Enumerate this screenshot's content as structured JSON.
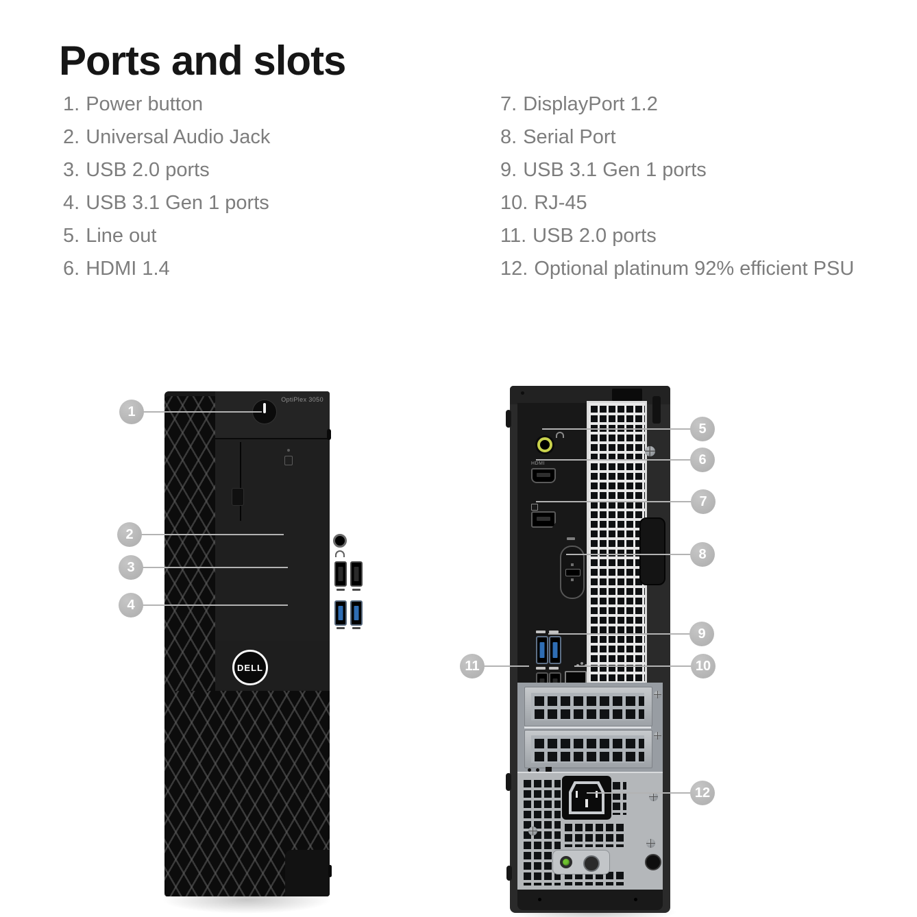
{
  "page": {
    "title": "Ports and slots"
  },
  "legend": {
    "left": [
      {
        "num": "1.",
        "label": "Power button"
      },
      {
        "num": "2.",
        "label": "Universal Audio Jack"
      },
      {
        "num": "3.",
        "label": "USB 2.0 ports"
      },
      {
        "num": "4.",
        "label": "USB 3.1 Gen 1 ports"
      },
      {
        "num": "5.",
        "label": "Line out"
      },
      {
        "num": "6.",
        "label": "HDMI 1.4"
      }
    ],
    "right": [
      {
        "num": "7.",
        "label": "DisplayPort 1.2"
      },
      {
        "num": "8.",
        "label": "Serial Port"
      },
      {
        "num": "9.",
        "label": "USB 3.1 Gen 1 ports"
      },
      {
        "num": "10.",
        "label": "RJ-45"
      },
      {
        "num": "11.",
        "label": "USB 2.0 ports"
      },
      {
        "num": "12.",
        "label": "Optional platinum 92% efficient PSU"
      }
    ]
  },
  "front_view": {
    "model_label": "OptiPlex 3050",
    "logo_text": "DELL"
  },
  "back_view": {
    "hdmi_label": "HDMI"
  },
  "callouts": [
    "1",
    "2",
    "3",
    "4",
    "5",
    "6",
    "7",
    "8",
    "9",
    "10",
    "11",
    "12"
  ],
  "colors": {
    "callout_gray": "#b3b3b3",
    "line_gray": "#b3b3b3",
    "text_gray": "#7d7d7d",
    "title_black": "#161616",
    "usb3_blue": "#2e6db4",
    "audio_jack_green": "#c9d24c",
    "led_green": "#6fc230"
  }
}
